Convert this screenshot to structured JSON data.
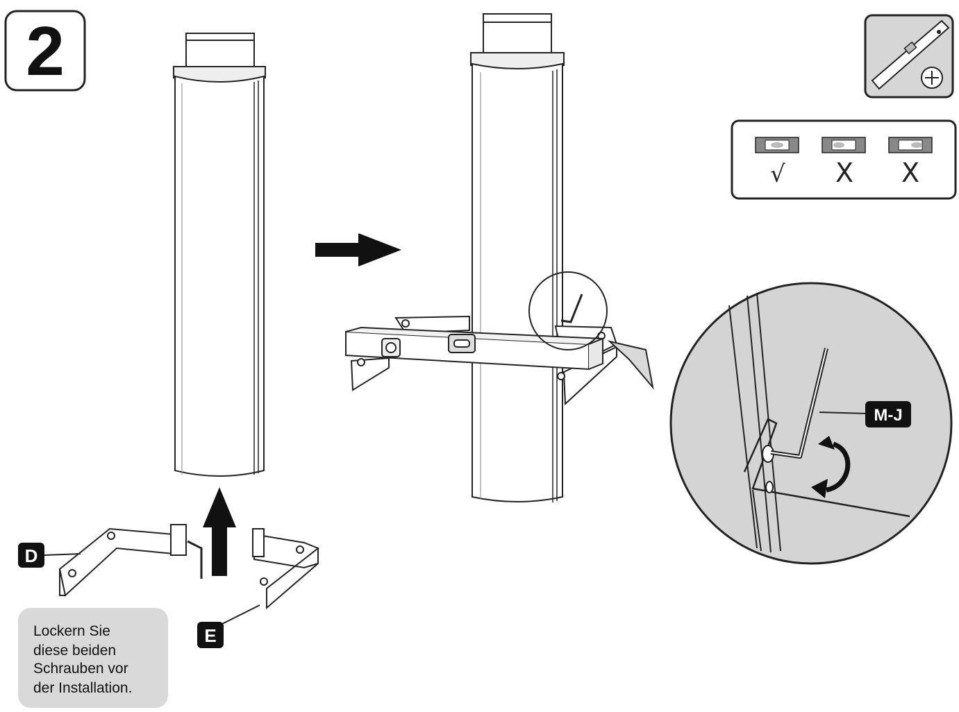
{
  "step": {
    "number": "2"
  },
  "labels": {
    "part_d": "D",
    "part_e": "E",
    "tool": "M-J"
  },
  "note": {
    "lines": [
      "Lockern Sie",
      "diese beiden",
      "Schrauben vor",
      "der Installation."
    ]
  },
  "level_check": {
    "marks": [
      "√",
      "X",
      "X"
    ]
  },
  "icons": {
    "level_tool": "spirit-level-icon",
    "plus_badge": "plus-circle-icon",
    "rotate": "rotate-arrow-icon"
  },
  "colors": {
    "ink": "#111111",
    "panel_gray": "#d9d9d9",
    "tag_bg": "#111111"
  }
}
